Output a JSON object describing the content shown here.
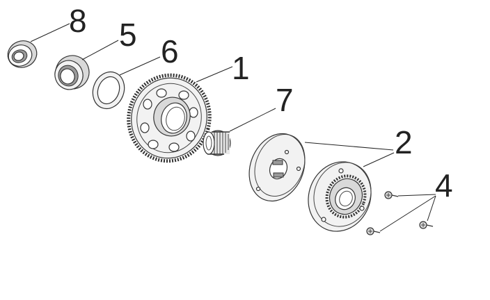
{
  "diagram": {
    "labels": {
      "part_1": "1",
      "part_2": "2",
      "part_4": "4",
      "part_5": "5",
      "part_6": "6",
      "part_7": "7",
      "part_8": "8"
    },
    "colors": {
      "line": "#333333",
      "shade": "#d9d9d9",
      "background": "#ffffff"
    }
  }
}
